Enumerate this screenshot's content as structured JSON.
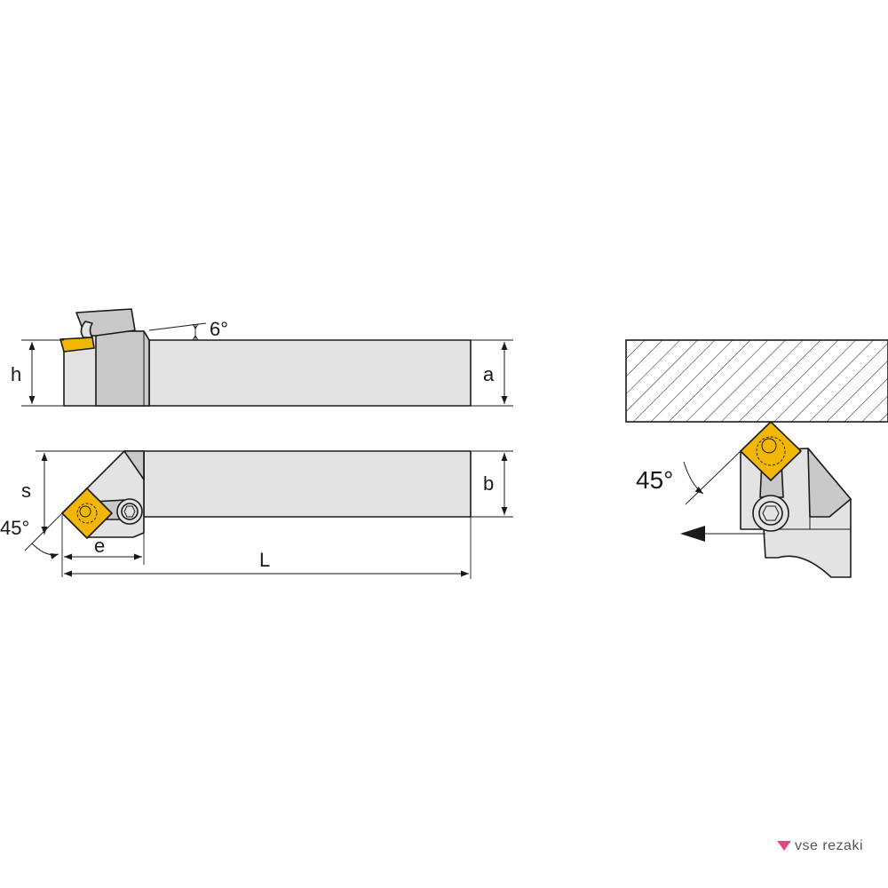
{
  "labels": {
    "h": "h",
    "a": "a",
    "s": "s",
    "b": "b",
    "e": "e",
    "L": "L",
    "angle_rake": "6°",
    "angle_left": "45°",
    "angle_right": "45°"
  },
  "brand": {
    "name": "vse rezaki",
    "accent": "#e8457a"
  },
  "colors": {
    "insert": "#f2b705",
    "body": "#e3e3e3",
    "shadow": "#c9c9c9",
    "line": "#1a1a1a"
  }
}
